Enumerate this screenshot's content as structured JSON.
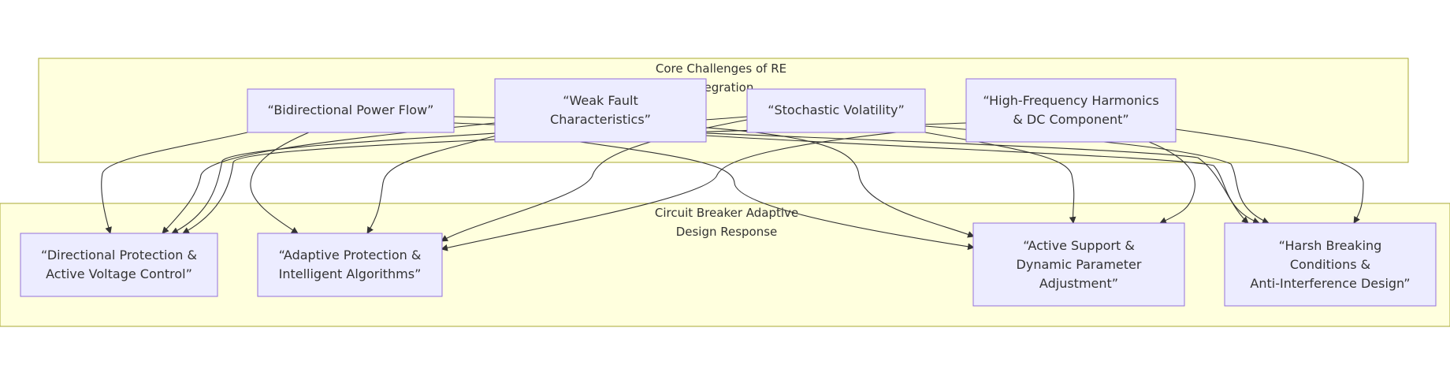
{
  "clusters": {
    "challenges": {
      "label_lines": [
        "Core Challenges of RE",
        "Integration"
      ]
    },
    "response": {
      "label_lines": [
        "Circuit Breaker Adaptive",
        "Design Response"
      ]
    }
  },
  "nodes": {
    "bidirectional": {
      "lines": [
        "“Bidirectional Power Flow”"
      ]
    },
    "weak_fault": {
      "lines": [
        "“Weak Fault",
        "Characteristics”"
      ]
    },
    "stochastic": {
      "lines": [
        "“Stochastic Volatility”"
      ]
    },
    "harmonics": {
      "lines": [
        "“High-Frequency Harmonics",
        "& DC Component”"
      ]
    },
    "directional": {
      "lines": [
        "“Directional Protection &",
        "Active Voltage Control”"
      ]
    },
    "adaptive": {
      "lines": [
        "“Adaptive Protection &",
        "Intelligent Algorithms”"
      ]
    },
    "active_support": {
      "lines": [
        "“Active Support &",
        "Dynamic Parameter",
        "Adjustment”"
      ]
    },
    "harsh": {
      "lines": [
        "“Harsh Breaking",
        "Conditions &",
        "Anti-Interference Design”"
      ]
    }
  },
  "colors": {
    "cluster_fill": "#ffffde",
    "cluster_stroke": "#aaaa33",
    "node_fill": "#ececff",
    "node_stroke": "#9370db",
    "edge": "#333333"
  }
}
